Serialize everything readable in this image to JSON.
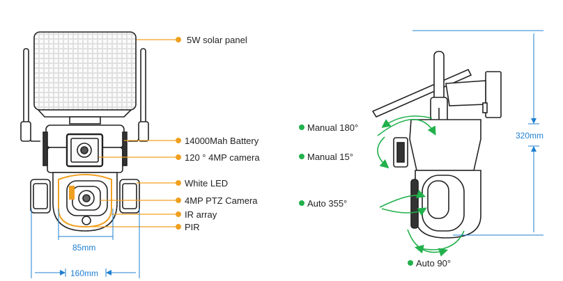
{
  "colors": {
    "orange": "#f0a020",
    "green": "#22b14c",
    "blue": "#1e7fd0",
    "line": "#222222"
  },
  "front_labels": [
    {
      "text": "5W solar panel"
    },
    {
      "text": "14000Mah Battery"
    },
    {
      "text": "120 ° 4MP camera"
    },
    {
      "text": "White LED"
    },
    {
      "text": "4MP PTZ Camera"
    },
    {
      "text": "IR array"
    },
    {
      "text": "PIR"
    }
  ],
  "dimensions": {
    "inner_width": "85mm",
    "outer_width": "160mm",
    "height": "320mm"
  },
  "rotation_labels": [
    {
      "text": "Manual 180°"
    },
    {
      "text": "Manual 15°"
    },
    {
      "text": "Auto 355°"
    },
    {
      "text": "Auto 90°"
    }
  ]
}
